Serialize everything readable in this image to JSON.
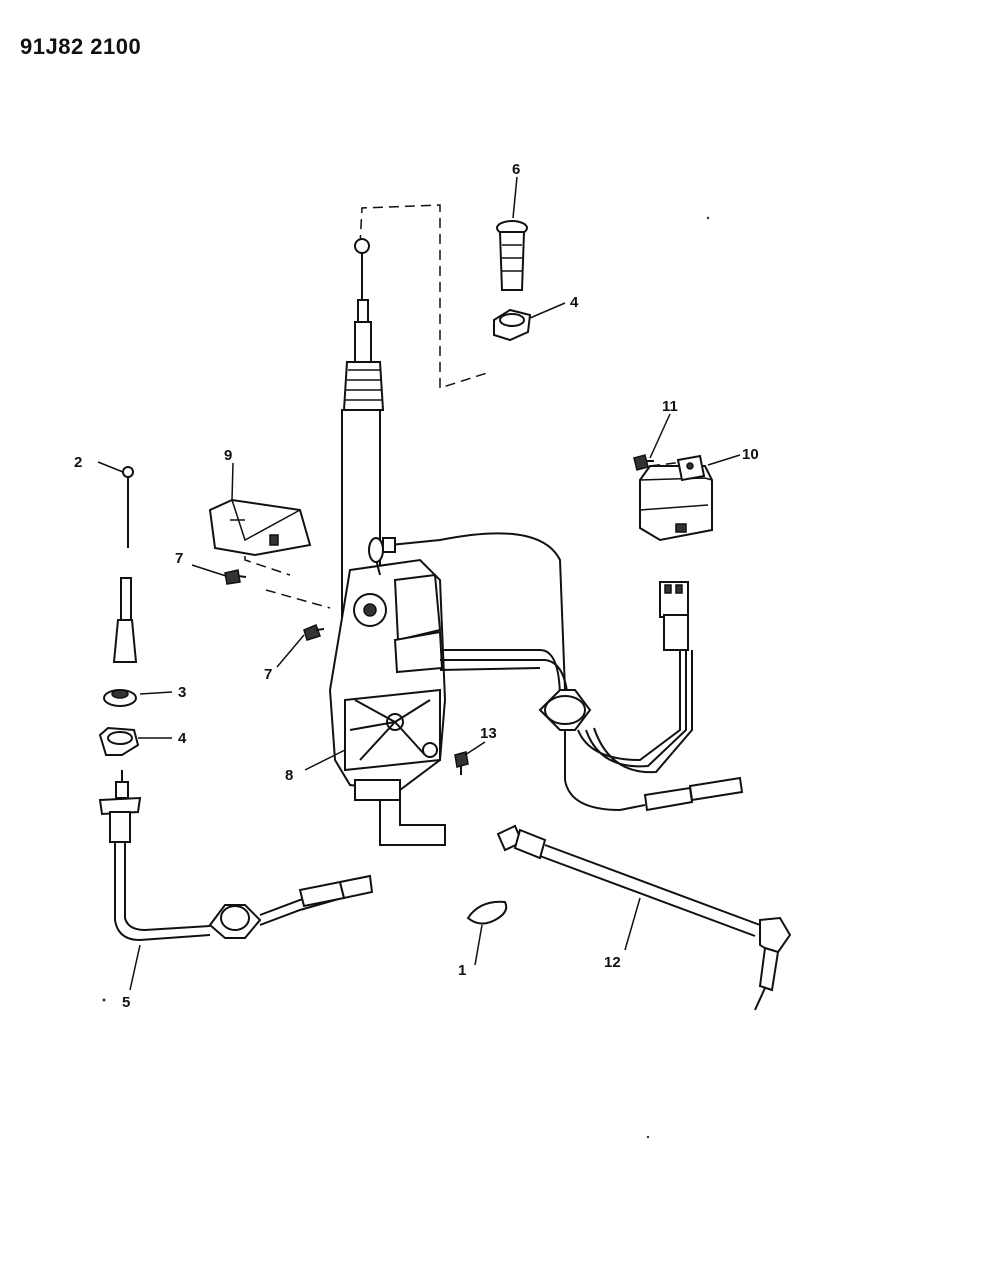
{
  "page_code": "91J82 2100",
  "callouts": [
    {
      "id": "c1",
      "label": "1"
    },
    {
      "id": "c2",
      "label": "2"
    },
    {
      "id": "c3",
      "label": "3"
    },
    {
      "id": "c4a",
      "label": "4"
    },
    {
      "id": "c4b",
      "label": "4"
    },
    {
      "id": "c5",
      "label": "5"
    },
    {
      "id": "c6",
      "label": "6"
    },
    {
      "id": "c7a",
      "label": "7"
    },
    {
      "id": "c7b",
      "label": "7"
    },
    {
      "id": "c8",
      "label": "8"
    },
    {
      "id": "c9",
      "label": "9"
    },
    {
      "id": "c10",
      "label": "10"
    },
    {
      "id": "c11",
      "label": "11"
    },
    {
      "id": "c12",
      "label": "12"
    },
    {
      "id": "c13",
      "label": "13"
    }
  ]
}
